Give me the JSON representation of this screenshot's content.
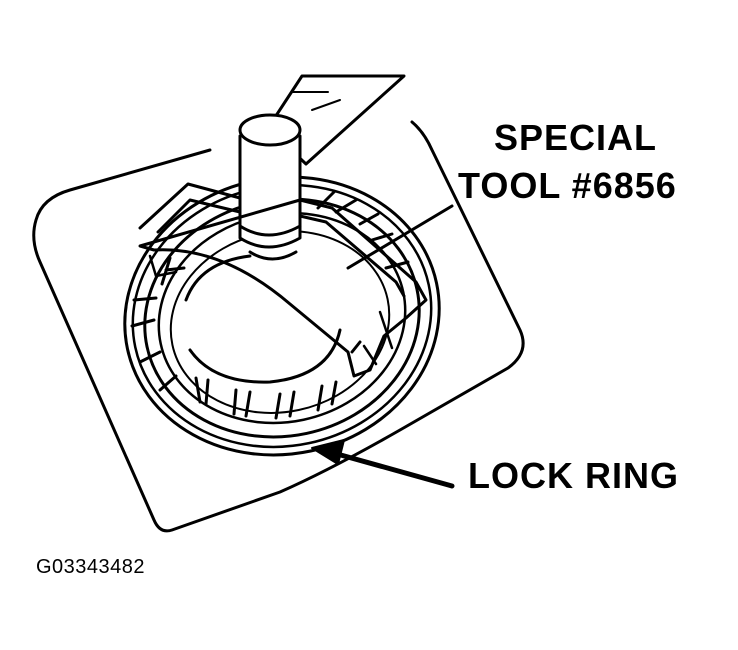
{
  "labels": {
    "special_tool_line1": "SPECIAL",
    "special_tool_line2": "TOOL #6856",
    "lock_ring": "LOCK RING"
  },
  "figure_id": "G03343482",
  "colors": {
    "ink": "#000000",
    "paper": "#ffffff"
  }
}
